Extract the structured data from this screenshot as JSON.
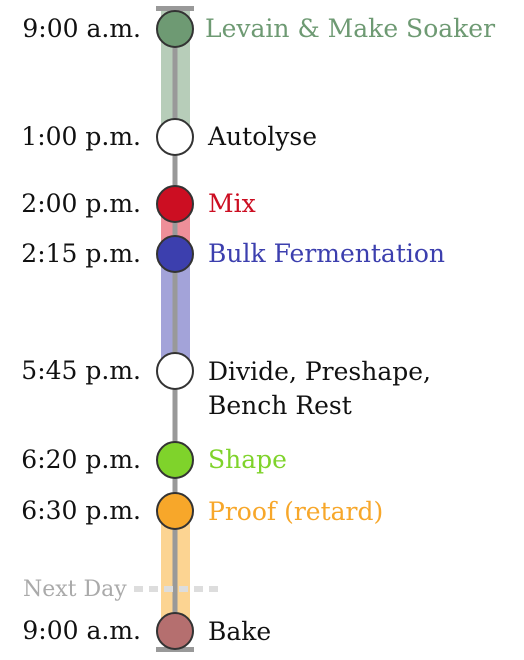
{
  "events": [
    {
      "time": "9:00 a.m.",
      "label": "Levain & Make Soaker",
      "color": "#6e9a73"
    },
    {
      "time": "1:00 p.m.",
      "label": "Autolyse",
      "color": "#ffffff"
    },
    {
      "time": "2:00 p.m.",
      "label": "Mix",
      "color": "#cc0e22"
    },
    {
      "time": "2:15 p.m.",
      "label": "Bulk Fermentation",
      "color": "#3c3fae"
    },
    {
      "time": "5:45 p.m.",
      "label": "Divide, Preshape,",
      "label2": "Bench Rest",
      "color": "#ffffff"
    },
    {
      "time": "6:20 p.m.",
      "label": "Shape",
      "color": "#7fd32b"
    },
    {
      "time": "6:30 p.m.",
      "label": "Proof (retard)",
      "color": "#f7a72a"
    },
    {
      "time": "9:00 a.m.",
      "label": "Bake",
      "color": "#b56f6f"
    }
  ],
  "separator": {
    "label": "Next Day"
  },
  "colors": {
    "axis": "#999999",
    "levain_band": "#b7cdb9",
    "mix_band": "#ee8f99",
    "bulk_band": "#a3a3d9",
    "proof_band": "#fcd492",
    "label_green": "#6e9a73",
    "label_red": "#cc0e22",
    "label_blue": "#3c3fae",
    "label_lime": "#7fd32b",
    "label_orange": "#f7a72a",
    "label_dark": "#111111"
  }
}
